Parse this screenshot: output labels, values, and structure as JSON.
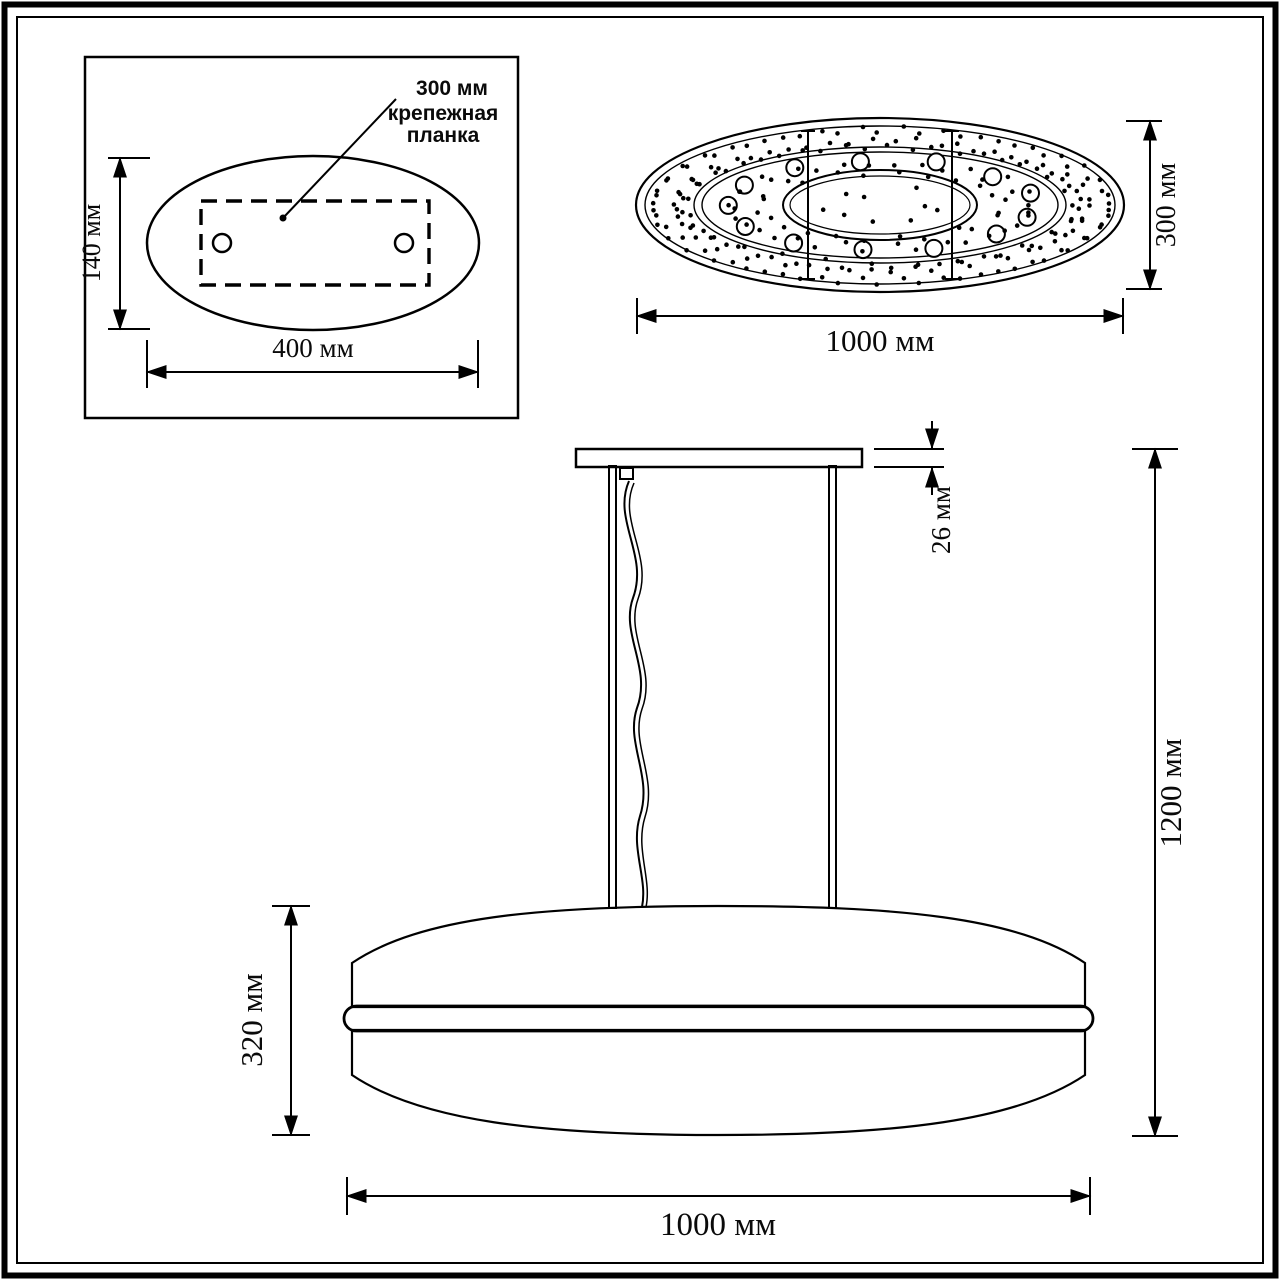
{
  "colors": {
    "ink": "#000000",
    "background": "#ffffff"
  },
  "detail_view": {
    "callout_size": "300 мм",
    "callout_line1": "крепежная",
    "callout_line2": "планка",
    "height": "140 мм",
    "width": "400 мм"
  },
  "top_view": {
    "width": "1000 мм",
    "depth": "300 мм"
  },
  "side_view": {
    "canopy_height": "26 мм",
    "total_height": "1200 мм",
    "body_height": "320 мм",
    "width": "1000 мм"
  }
}
